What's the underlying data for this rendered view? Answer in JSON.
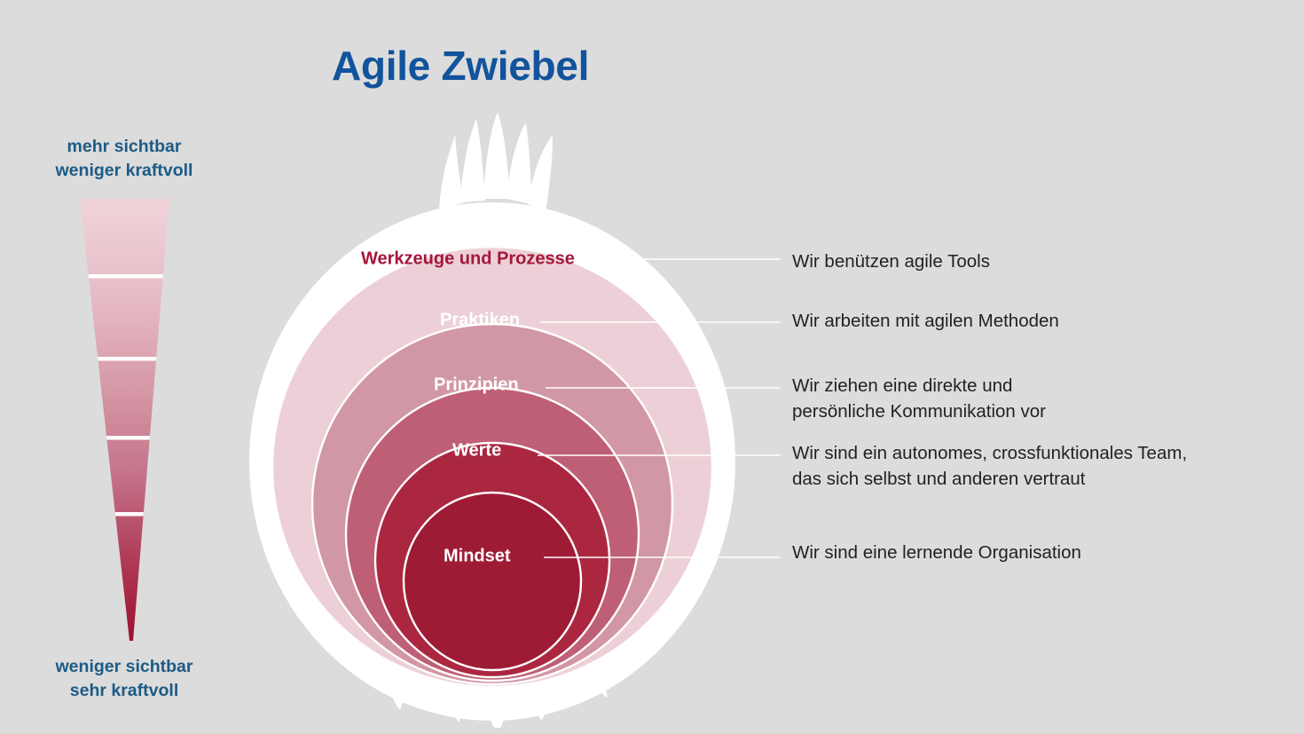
{
  "title": "Agile Zwiebel",
  "colors": {
    "background": "#dcdcdc",
    "title_blue": "#12539d",
    "label_blue": "#1c5b86",
    "layer_1": "#edd0d7",
    "layer_2": "#d197a5",
    "layer_3": "#bf5f75",
    "layer_4": "#ab2740",
    "layer_5": "#9e1b36",
    "outline_white": "#ffffff",
    "body_text": "#222222",
    "outer_label_crimson": "#a5173a"
  },
  "scale": {
    "top": {
      "line1": "mehr sichtbar",
      "line2": "weniger kraftvoll"
    },
    "bottom": {
      "line1": "weniger sichtbar",
      "line2": "sehr kraftvoll"
    },
    "segments": 5
  },
  "onion": {
    "layers": [
      {
        "label": "Werkzeuge und Prozesse",
        "description": "Wir benützen agile Tools",
        "fill": "#edd0d7",
        "label_color": "#a5173a"
      },
      {
        "label": "Praktiken",
        "description": "Wir arbeiten mit agilen Methoden",
        "fill": "#d197a5",
        "label_color": "#ffffff"
      },
      {
        "label": "Prinzipien",
        "description": "Wir ziehen eine direkte und\npersönliche Kommunikation vor",
        "fill": "#bf5f75",
        "label_color": "#ffffff"
      },
      {
        "label": "Werte",
        "description": "Wir sind ein autonomes, crossfunktionales Team,\ndas sich selbst und anderen vertraut",
        "fill": "#ab2740",
        "label_color": "#ffffff"
      },
      {
        "label": "Mindset",
        "description": "Wir sind eine lernende Organisation",
        "fill": "#9e1b36",
        "label_color": "#ffffff"
      }
    ]
  }
}
